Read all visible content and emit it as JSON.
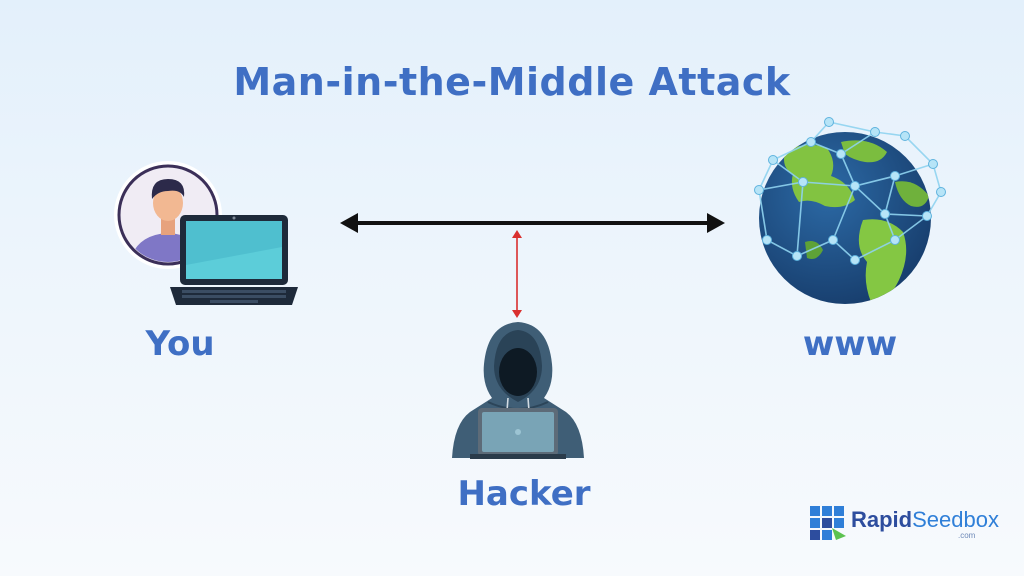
{
  "title": "Man-in-the-Middle Attack",
  "nodes": {
    "you": "You",
    "www": "www",
    "hacker": "Hacker"
  },
  "brand": {
    "name_bold": "Rapid",
    "name_light": "Seedbox",
    "suffix": ".com"
  },
  "colors": {
    "title": "#3f6fc4",
    "arrow_main": "#111111",
    "arrow_intercept": "#d9302f"
  }
}
